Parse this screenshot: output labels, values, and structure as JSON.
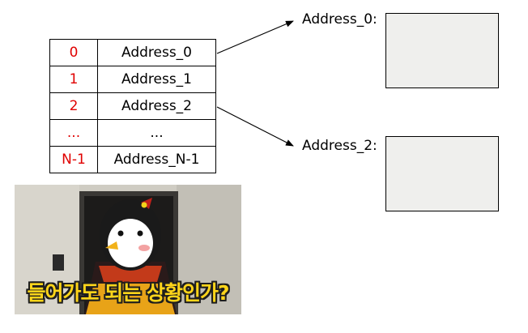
{
  "table": {
    "rows": [
      {
        "index": "0",
        "address": "Address_0"
      },
      {
        "index": "1",
        "address": "Address_1"
      },
      {
        "index": "2",
        "address": "Address_2"
      },
      {
        "index": "...",
        "address": "..."
      },
      {
        "index": "N-1",
        "address": "Address_N-1"
      }
    ]
  },
  "targets": [
    {
      "label": "Address_0:"
    },
    {
      "label": "Address_2:"
    }
  ],
  "meme": {
    "caption": "들어가도 되는 상황인가?"
  },
  "colors": {
    "index_text": "#e00000",
    "box_fill": "#efefed",
    "caption": "#ffd51a"
  }
}
